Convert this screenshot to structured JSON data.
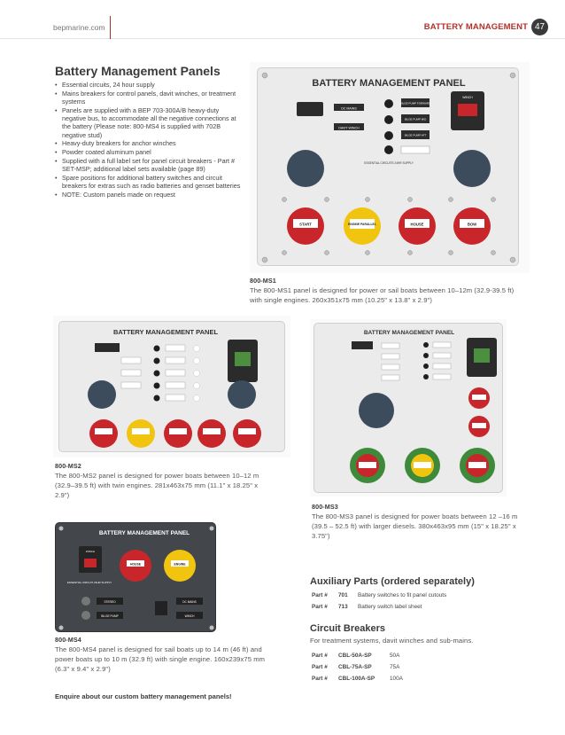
{
  "header": {
    "site": "bepmarine.com",
    "section": "BATTERY MANAGEMENT",
    "page_number": "47"
  },
  "title": "Battery Management Panels",
  "features": [
    "Essential circuits, 24 hour supply",
    "Mains breakers for control panels, davit winches, or treatment systems",
    "Panels are supplied with a BEP 703-300A/B heavy-duty negative bus, to accommodate all the negative connections at the battery (Please note: 800-MS4 is supplied with 702B negative stud)",
    "Heavy-duty breakers for anchor winches",
    "Powder coated aluminum panel",
    "Supplied with a full label set for panel circuit breakers - Part # SET-MSP; additional label sets available (page 89)",
    "Spare positions for additional battery switches and circuit breakers for extras such as radio batteries and genset batteries",
    "NOTE: Custom panels made on request"
  ],
  "panels": {
    "ms1": {
      "panel_title": "BATTERY MANAGEMENT PANEL",
      "labels": [
        "DC MAINS",
        "DAVIT WINCH",
        "BILGE PUMP FORWARD",
        "BILGE PUMP MID",
        "BILGE PUMP AFT",
        "WINCH",
        "ESSENTIAL CIRCUITS 24HR SUPPLY"
      ],
      "switch_labels": [
        "START",
        "ENGINE PARALLEL",
        "HOUSE",
        "BOW"
      ],
      "code": "800-MS1",
      "caption": "The 800-MS1 panel is designed for power or sail boats between 10–12m (32.9-39.5 ft) with single engines. 260x351x75 mm (10.25\" x 13.8\" x 2.9\")"
    },
    "ms2": {
      "panel_title": "BATTERY MANAGEMENT PANEL",
      "code": "800-MS2",
      "caption": "The 800-MS2 panel is designed for power boats between 10–12 m (32.9–39.5 ft) with twin engines. 281x463x75 mm (11.1\" x 18.25\" x 2.9\")"
    },
    "ms3": {
      "panel_title": "BATTERY MANAGEMENT PANEL",
      "code": "800-MS3",
      "caption": "The 800-MS3 panel is designed for power boats between 12 –16 m (39.5 – 52.5 ft) with larger diesels. 380x463x95 mm (15\" x 18.25\" x 3.75\")"
    },
    "ms4": {
      "panel_title": "BATTERY MANAGEMENT PANEL",
      "labels": [
        "WINCH",
        "ESSENTIAL CIRCUIT 24HR SUPPLY",
        "STEREO",
        "BILGE PUMP",
        "DC MAINS",
        "WINCH"
      ],
      "switch_labels": [
        "HOUSE",
        "ENGINE"
      ],
      "code": "800-MS4",
      "caption": "The 800-MS4 panel is designed for sail boats up to 14 m (46 ft) and power boats up to 10 m (32.9 ft) with single engine. 160x239x75 mm (6.3\" x 9.4\" x 2.9\")"
    }
  },
  "auxiliary": {
    "title": "Auxiliary Parts (ordered separately)",
    "rows": [
      {
        "label": "Part #",
        "part": "701",
        "desc": "Battery switches to fit panel cutouts"
      },
      {
        "label": "Part #",
        "part": "713",
        "desc": "Battery switch label sheet"
      }
    ]
  },
  "breakers": {
    "title": "Circuit Breakers",
    "subtitle": "For treatment systems, davit winches and sub-mains.",
    "rows": [
      {
        "label": "Part #",
        "part": "CBL-50A-SP",
        "amps": "50A"
      },
      {
        "label": "Part #",
        "part": "CBL-75A-SP",
        "amps": "75A"
      },
      {
        "label": "Part #",
        "part": "CBL-100A-SP",
        "amps": "100A"
      }
    ]
  },
  "enquire": "Enquire about our custom battery management panels!",
  "colors": {
    "accent": "#b3312b",
    "switch_red": "#c8262a",
    "switch_yellow": "#f1c40f"
  }
}
